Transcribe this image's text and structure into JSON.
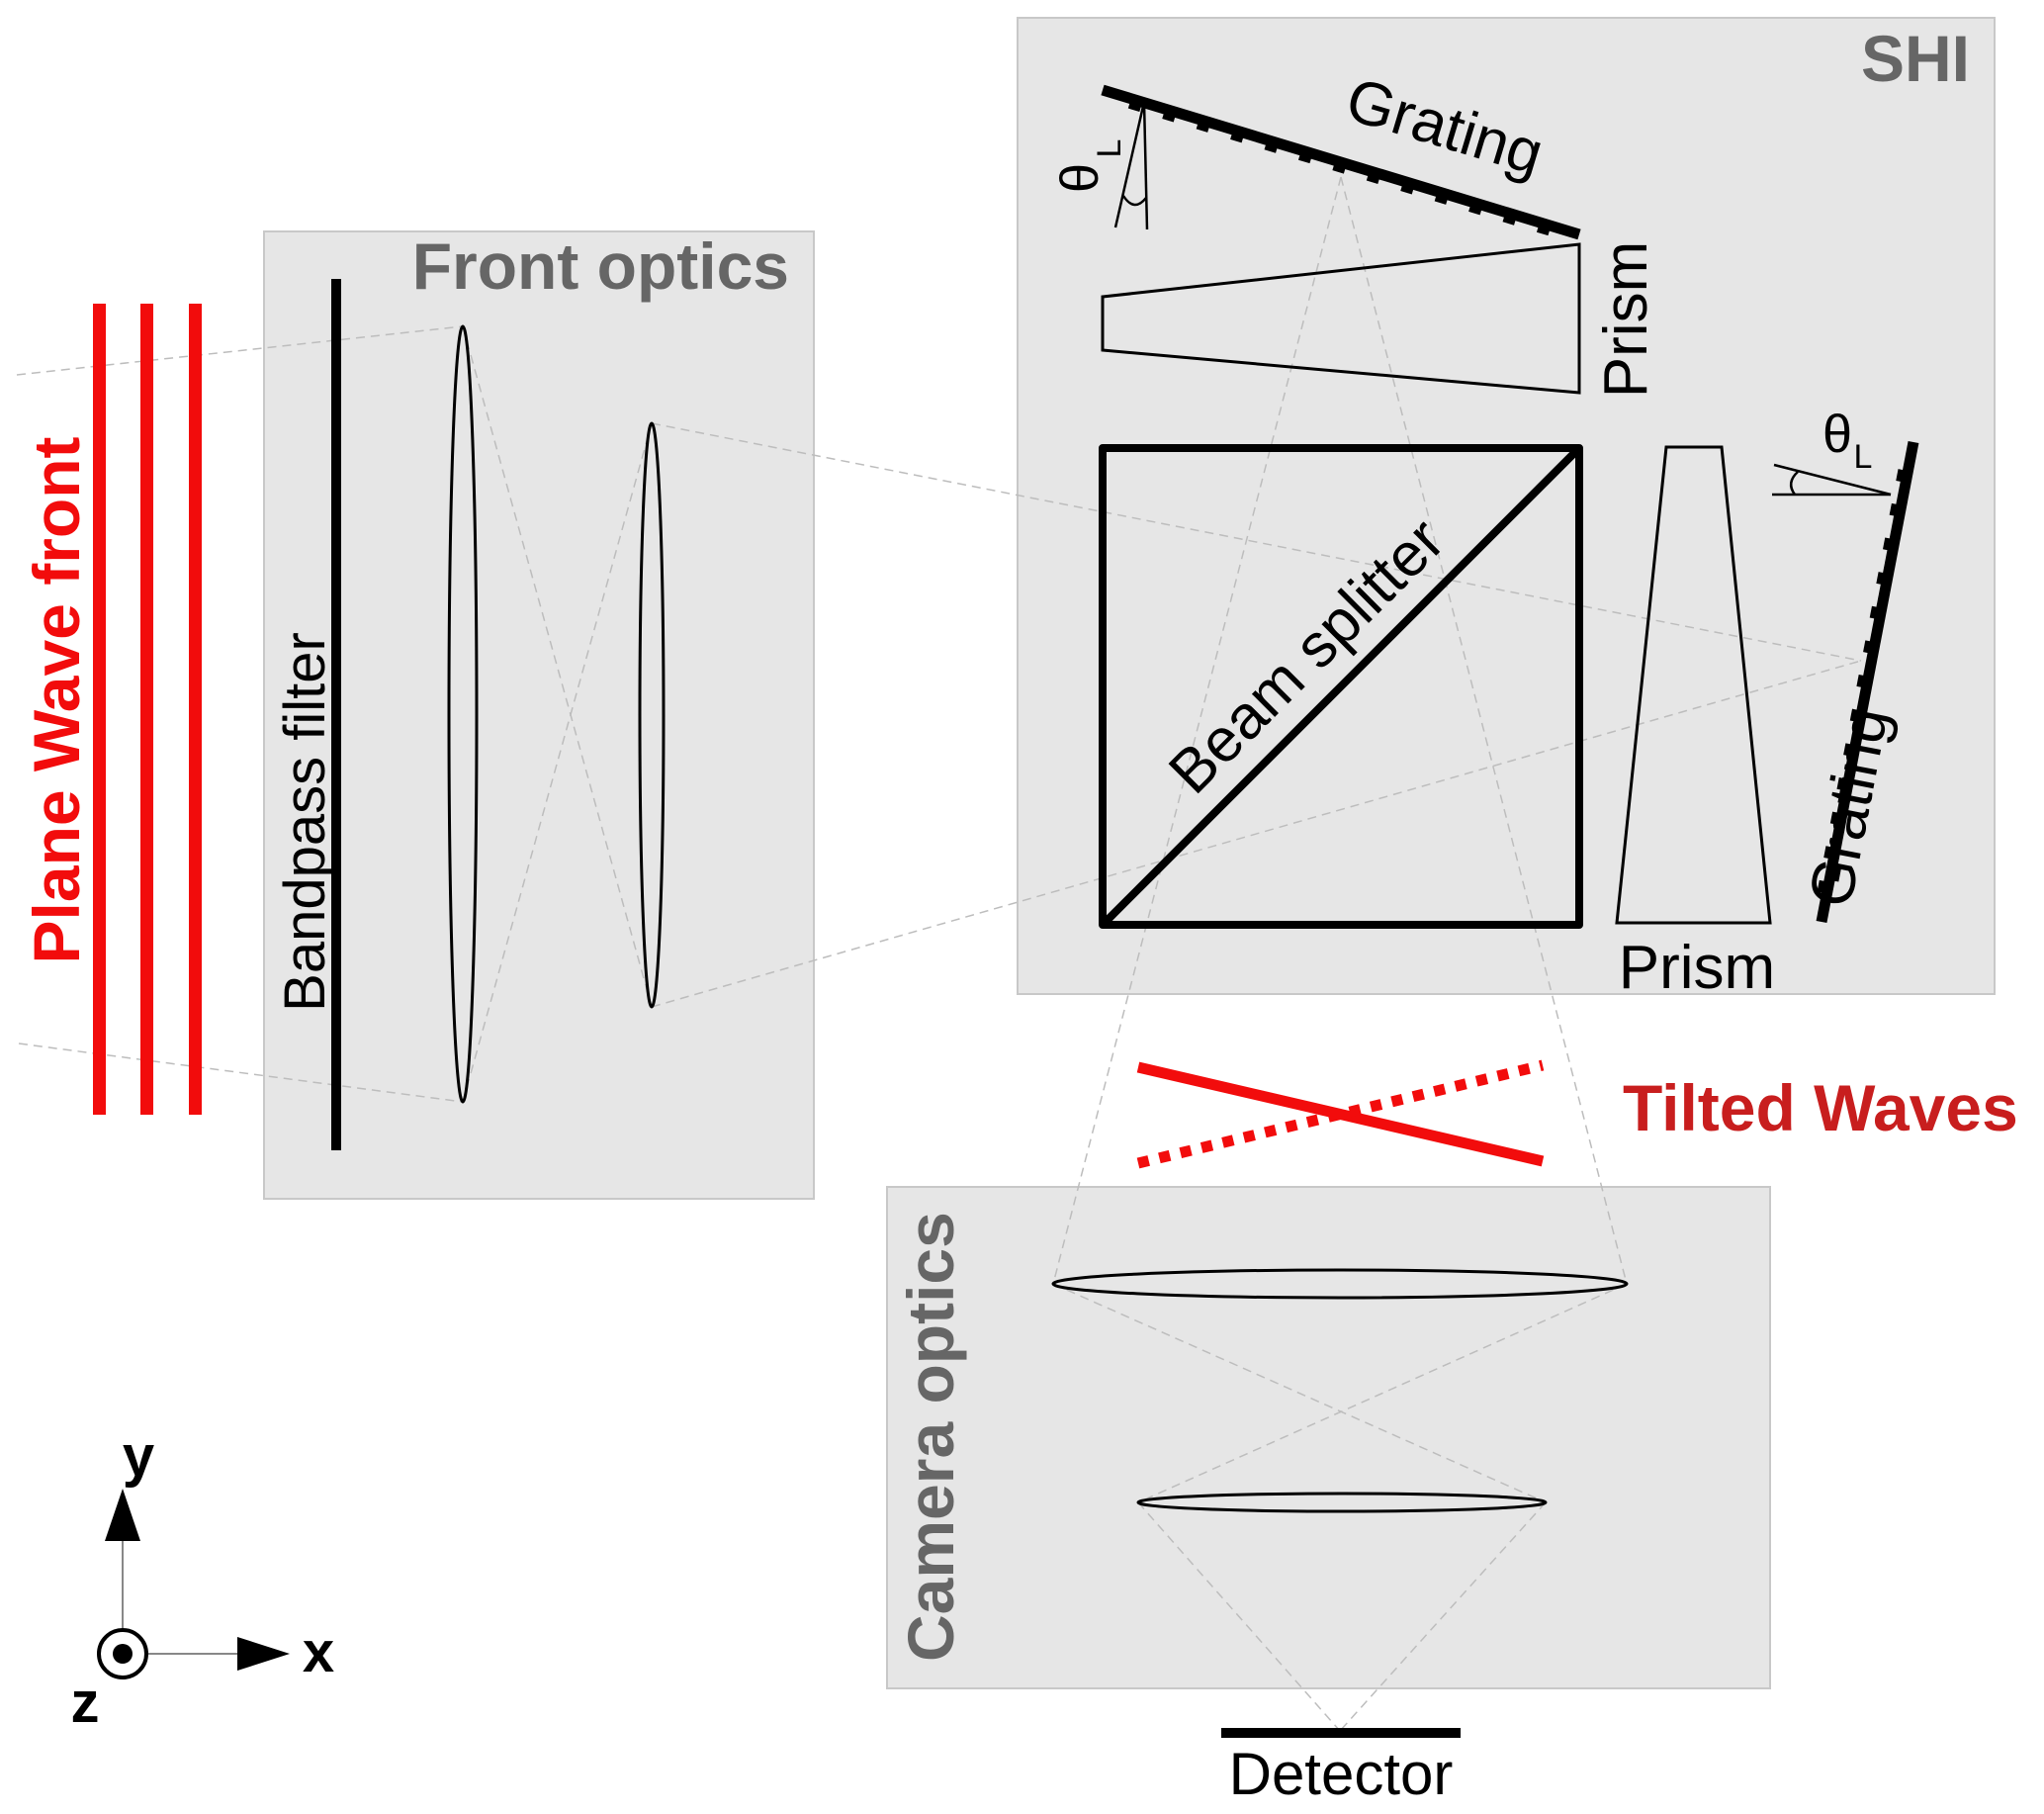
{
  "figure": {
    "colors": {
      "wave_red": "#f20c0c",
      "tilted_text_red": "#c81e1e",
      "box_fill": "#e6e6e6",
      "box_title_gray": "#666666",
      "ray_gray": "#bdbdbd"
    },
    "incident_wave": {
      "label": "Plane Wave front",
      "line_count": 3
    },
    "front_optics": {
      "title": "Front optics",
      "filter_label": "Bandpass filter",
      "lens_count": 2
    },
    "shi": {
      "title": "SHI",
      "beam_splitter_label": "Beam splitter",
      "top_arm": {
        "grating_label": "Grating",
        "prism_label": "Prism",
        "angle_symbol": "θ",
        "angle_subscript": "L"
      },
      "right_arm": {
        "grating_label": "Grating",
        "prism_label": "Prism",
        "angle_symbol": "θ",
        "angle_subscript": "L"
      }
    },
    "output_wave": {
      "label": "Tilted Waves",
      "styles": [
        "solid",
        "dotted"
      ]
    },
    "camera_optics": {
      "title": "Camera optics",
      "lens_count": 2
    },
    "detector": {
      "label": "Detector"
    },
    "axes": {
      "x_label": "x",
      "y_label": "y",
      "z_label": "z",
      "z_direction": "out-of-page"
    }
  }
}
